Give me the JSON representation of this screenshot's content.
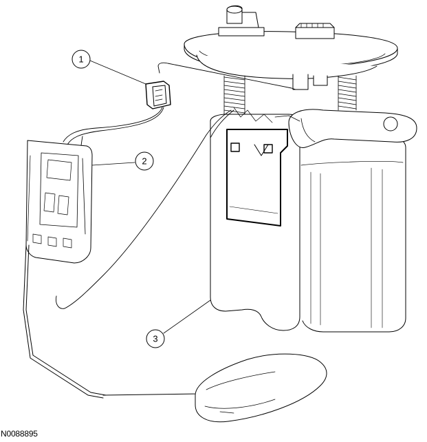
{
  "figure": {
    "id": "N0088895"
  },
  "callouts": [
    {
      "number": "1"
    },
    {
      "number": "2"
    },
    {
      "number": "3"
    }
  ],
  "colors": {
    "ink": "#000000",
    "fill": "#ffffff",
    "shade": "#f2f2f2"
  }
}
